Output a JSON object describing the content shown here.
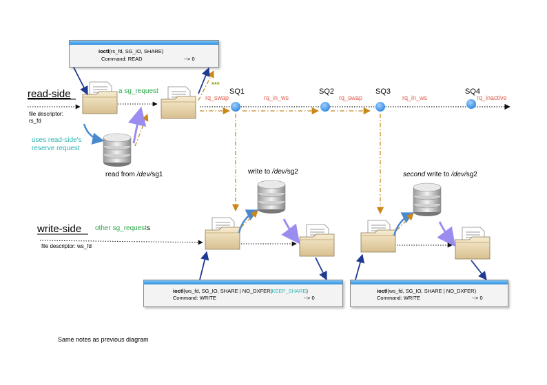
{
  "labels": {
    "read_side": "read-side",
    "write_side": "write-side",
    "a_sg_request": "a sg_request",
    "rs_fd_1": "file descriptor:",
    "rs_fd_2": "rs_fd",
    "ws_fd": "file descriptor: ws_fd",
    "reserve_1": "uses read-side's",
    "reserve_2": "reserve request",
    "read_from_prefix": "read from ",
    "read_from_dev": "/dev/",
    "read_from_suffix": "sg1",
    "write_to_prefix": "write to ",
    "write_to_dev": "/dev/",
    "write_to_suffix": "sg2",
    "second_write_italic": "second",
    "second_write_mid": " write to ",
    "second_write_dev": "/dev/",
    "second_write_suffix": "sg2",
    "other_requests_main": "other sg_request",
    "other_requests_tail": "s",
    "stars": "***",
    "footnote": "Same notes as previous diagram"
  },
  "queues": [
    {
      "name": "SQ1",
      "transition": "rq_swap"
    },
    {
      "name": "SQ2",
      "transition": "rq_in_ws"
    },
    {
      "name": "SQ3",
      "transition": "rq_swap"
    },
    {
      "name": "SQ4",
      "transition": "rq_in_ws"
    }
  ],
  "transition_after_sq4": "rq_inactive",
  "ioctl_read": {
    "call_fn": "ioctl",
    "call_args": "(rs_fd, SG_IO, SHARE)",
    "command": "Command: READ",
    "result": "--> 0"
  },
  "ioctl_write1": {
    "call_fn": "ioctl",
    "call_args": "(ws_fd, SG_IO, SHARE | NO_DXFER|",
    "call_flag": "KEEP_SHARE",
    "call_close": ")",
    "command": "Command: WRITE",
    "result": "--> 0"
  },
  "ioctl_write2": {
    "call_fn": "ioctl",
    "call_args": "(ws_fd, SG_IO, SHARE | NO_DXFER)",
    "command": "Command: WRITE",
    "result": "--> 0"
  },
  "colors": {
    "transition_red": "#e05a4a",
    "green_text": "#2aa84a",
    "teal_text": "#2fb3b3",
    "stars_olive": "#8aa010",
    "flow_orange": "#c8881a",
    "queue_dot": "#2f86e0",
    "box_bar_blue": "#2f8fe0",
    "arrow_navy": "#1f3a93"
  }
}
